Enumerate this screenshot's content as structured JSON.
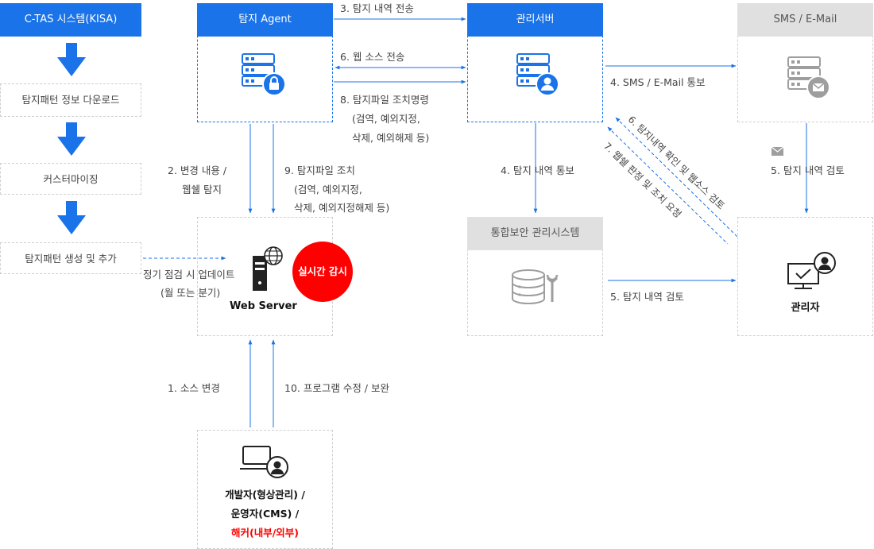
{
  "kisa": {
    "title": "C-TAS 시스템(KISA)",
    "step1": "탐지패턴 정보 다운로드",
    "step2": "커스터마이징",
    "step3": "탐지패턴 생성 및 추가"
  },
  "agent": {
    "title": "탐지 Agent"
  },
  "mgmt": {
    "title": "관리서버"
  },
  "sms": {
    "title": "SMS / E-Mail"
  },
  "siem": {
    "title": "통합보안 관리시스템"
  },
  "admin": {
    "label": "관리자"
  },
  "web": {
    "label": "Web Server",
    "badge": "실시간 감시"
  },
  "dev": {
    "line1": "개발자(형상관리) /",
    "line2": "운영자(CMS) /",
    "line3": "해커(내부/외부)"
  },
  "flows": {
    "f3": "3. 탐지 내역 전송",
    "f6": "6. 웹 소스 전송",
    "f8a": "8. 탐지파일 조치명령",
    "f8b": "(검역, 예외지정,",
    "f8c": "삭제, 예외해제 등)",
    "f2a": "2. 변경 내용 /",
    "f2b": "웹쉘 탐지",
    "f9a": "9. 탐지파일 조치",
    "f9b": "(검역, 예외지정,",
    "f9c": "삭제, 예외지정해제 등)",
    "f4sms": "4. SMS / E-Mail 통보",
    "f4": "4. 탐지 내역 통보",
    "f6diag": "6. 탐지내역 확인 및 웹소스 검토",
    "f7diag": "7. 웹쉘 판정 및 조치 요청",
    "f5top": "5. 탐지 내역 검토",
    "f5bottom": "5. 탐지 내역 검토",
    "periodicA": "정기 점검 시 업데이트",
    "periodicB": "(월 또는 분기)",
    "f1": "1. 소스 변경",
    "f10": "10. 프로그램 수정 / 보완"
  },
  "colors": {
    "accent": "#1a73e8",
    "alert": "#ff0000",
    "icon": "#1a73e8",
    "gray": "#9e9e9e"
  }
}
